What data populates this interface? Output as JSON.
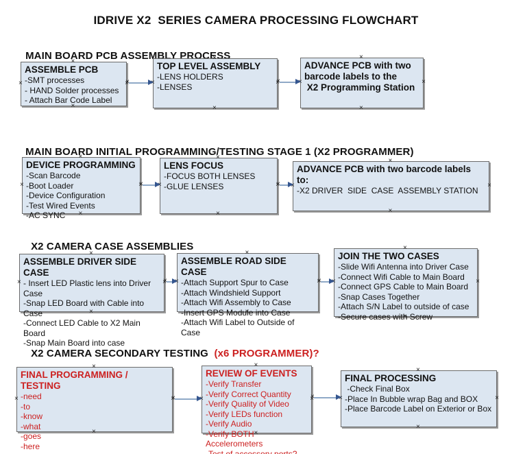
{
  "title": "IDRIVE X2  SERIES CAMERA PROCESSING FLOWCHART",
  "colors": {
    "box_fill": "#dce6f1",
    "box_border": "#6b6b6b",
    "red": "#cc2020",
    "arrow_line": "#8fa9c7",
    "arrow_head": "#35568f"
  },
  "sections": [
    {
      "header": "MAIN BOARD PCB ASSEMBLY PROCESS",
      "boxes": [
        {
          "title": "ASSEMBLE PCB",
          "color": "black",
          "items": [
            "-SMT processes",
            "- HAND Solder processes",
            "- Attach Bar Code Label"
          ]
        },
        {
          "title": "TOP LEVEL ASSEMBLY",
          "color": "black",
          "items": [
            "-LENS HOLDERS",
            "-LENSES"
          ]
        },
        {
          "title": "ADVANCE PCB with two\nbarcode labels to the\n X2 Programming Station",
          "color": "black",
          "items": []
        }
      ]
    },
    {
      "header": "MAIN BOARD INITIAL PROGRAMMING/TESTING STAGE 1 (X2 PROGRAMMER)",
      "boxes": [
        {
          "title": "DEVICE PROGRAMMING",
          "color": "black",
          "items": [
            "-Scan Barcode",
            "-Boot Loader",
            "-Device Configuration",
            "-Test Wired Events",
            "-AC SYNC"
          ]
        },
        {
          "title": "LENS FOCUS",
          "color": "black",
          "items": [
            "-FOCUS BOTH LENSES",
            "-GLUE LENSES"
          ]
        },
        {
          "title": "ADVANCE PCB with two barcode labels to:",
          "color": "black",
          "items": [
            "-X2 DRIVER  SIDE  CASE  ASSEMBLY STATION"
          ]
        }
      ]
    },
    {
      "header": "X2 CAMERA CASE ASSEMBLIES",
      "boxes": [
        {
          "title": "ASSEMBLE DRIVER SIDE CASE",
          "color": "black",
          "items": [
            "- Insert LED Plastic lens into Driver Case",
            "-Snap LED Board with Cable into Case",
            "-Connect LED Cable to X2 Main Board",
            "-Snap Main Board into case"
          ]
        },
        {
          "title": "ASSEMBLE ROAD SIDE CASE",
          "color": "black",
          "items": [
            "-Attach Support Spur to Case",
            "-Attach Windshield Support",
            "-Attach Wifi Assembly to Case",
            "-Insert GPS Module into Case",
            "-Attach Wifi Label to Outside of Case"
          ]
        },
        {
          "title": "JOIN THE TWO CASES",
          "color": "black",
          "items": [
            "-Slide Wifi Antenna into Driver Case",
            "-Connect Wifi Cable to Main Board",
            "-Connect GPS Cable to Main Board",
            "-Snap Cases Together",
            "-Attach S/N Label to outside of case",
            "-Secure cases with Screw"
          ]
        }
      ]
    },
    {
      "header": "X2 CAMERA SECONDARY TESTING  ",
      "header_red": "(x6 PROGRAMMER)?",
      "boxes": [
        {
          "title": "FINAL PROGRAMMING / TESTING",
          "color": "red",
          "items": [
            "-need",
            "-to",
            "-know",
            "-what",
            "-goes",
            "-here"
          ]
        },
        {
          "title": "REVIEW OF EVENTS",
          "color": "red",
          "items": [
            "-Verify Transfer",
            "-Verify Correct Quantity",
            "-Verify Quality of Video",
            "-Verify LEDs function",
            "-Verify Audio",
            "-Verify BOTH Accelerometers",
            "-Test of accessory ports?"
          ]
        },
        {
          "title": "FINAL PROCESSING",
          "color": "black",
          "items": [
            " -Check Final Box",
            "-Place In Bubble wrap Bag and BOX",
            "-Place Barcode Label on Exterior or Box"
          ]
        }
      ]
    }
  ]
}
